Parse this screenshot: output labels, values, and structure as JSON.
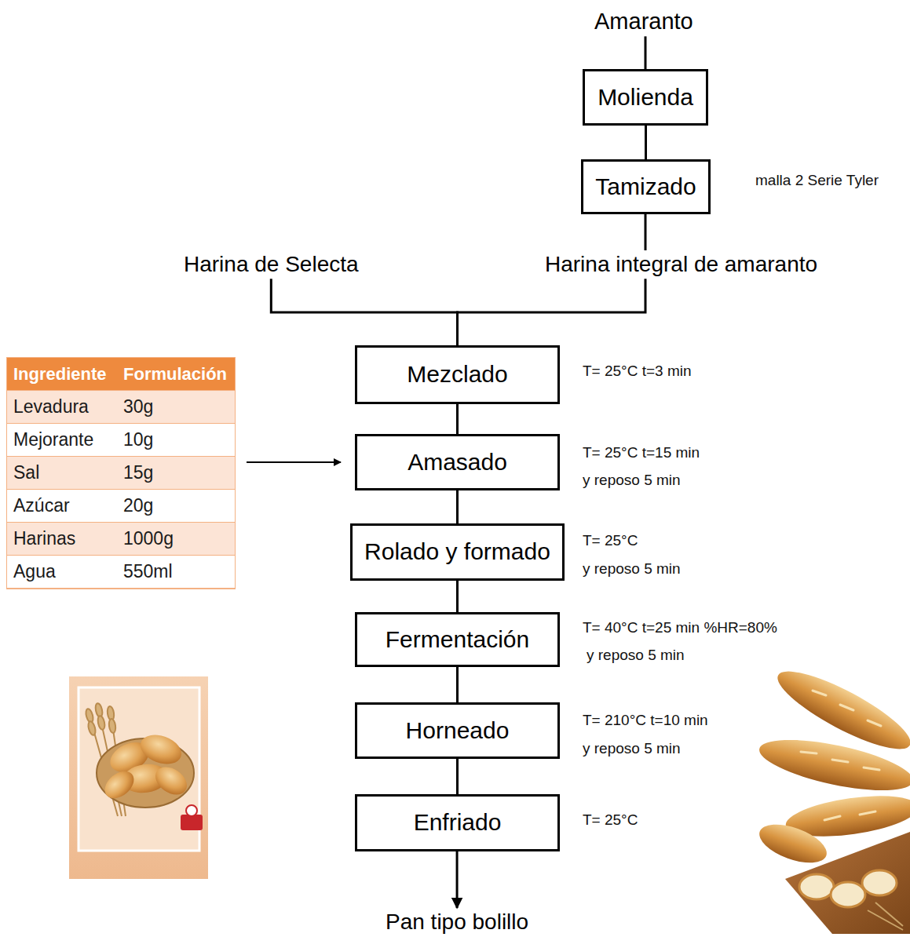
{
  "diagram": {
    "nodes": [
      {
        "text": [
          "Amaranto"
        ]
      },
      {
        "text": [
          "Molienda"
        ]
      },
      {
        "text": [
          "Tamizado"
        ]
      },
      {
        "text": [
          "Harina de Selecta"
        ]
      },
      {
        "text": [
          "Harina integral de amaranto"
        ]
      },
      {
        "text": [
          "Ingrediente",
          "Formulación",
          "Levadura",
          "30g",
          "Mejorante",
          "10g",
          "Sal",
          "15g",
          "Azúcar",
          "20g",
          "Harinas",
          "1000g",
          "Agua",
          "550ml"
        ]
      },
      {
        "text": [
          "Mezclado"
        ]
      },
      {
        "text": [
          "Amasado"
        ]
      },
      {
        "text": [
          "Rolado y formado"
        ]
      },
      {
        "text": [
          "Fermentación"
        ]
      },
      {
        "text": [
          "Horneado"
        ]
      },
      {
        "text": [
          "Enfriado"
        ]
      },
      {
        "text": [
          "Pan tipo bolillo"
        ]
      }
    ],
    "edges": [
      {
        "from": 0,
        "to": 1,
        "arrow": "none"
      },
      {
        "from": 1,
        "to": 2,
        "arrow": "none"
      },
      {
        "from": 2,
        "to": 4,
        "arrow": "none"
      },
      {
        "from": 3,
        "to": 6,
        "arrow": "none"
      },
      {
        "from": 4,
        "to": 6,
        "arrow": "none"
      },
      {
        "from": 5,
        "to": 7,
        "arrow": "to"
      },
      {
        "from": 6,
        "to": 7,
        "arrow": "none"
      },
      {
        "from": 7,
        "to": 8,
        "arrow": "none"
      },
      {
        "from": 8,
        "to": 9,
        "arrow": "none"
      },
      {
        "from": 9,
        "to": 10,
        "arrow": "none"
      },
      {
        "from": 10,
        "to": 11,
        "arrow": "none"
      },
      {
        "from": 11,
        "to": 12,
        "arrow": "to"
      }
    ],
    "labels": [
      "malla 2 Serie Tyler",
      "T= 25°C t=3 min",
      "T= 25°C t=15 min",
      "y reposo 5 min",
      "T= 25°C",
      "y reposo 5 min",
      "T= 40°C t=25 min %HR=80%",
      "y reposo 5 min",
      "T= 210°C t=10 min",
      "y reposo 5 min",
      "T= 25°C"
    ]
  }
}
